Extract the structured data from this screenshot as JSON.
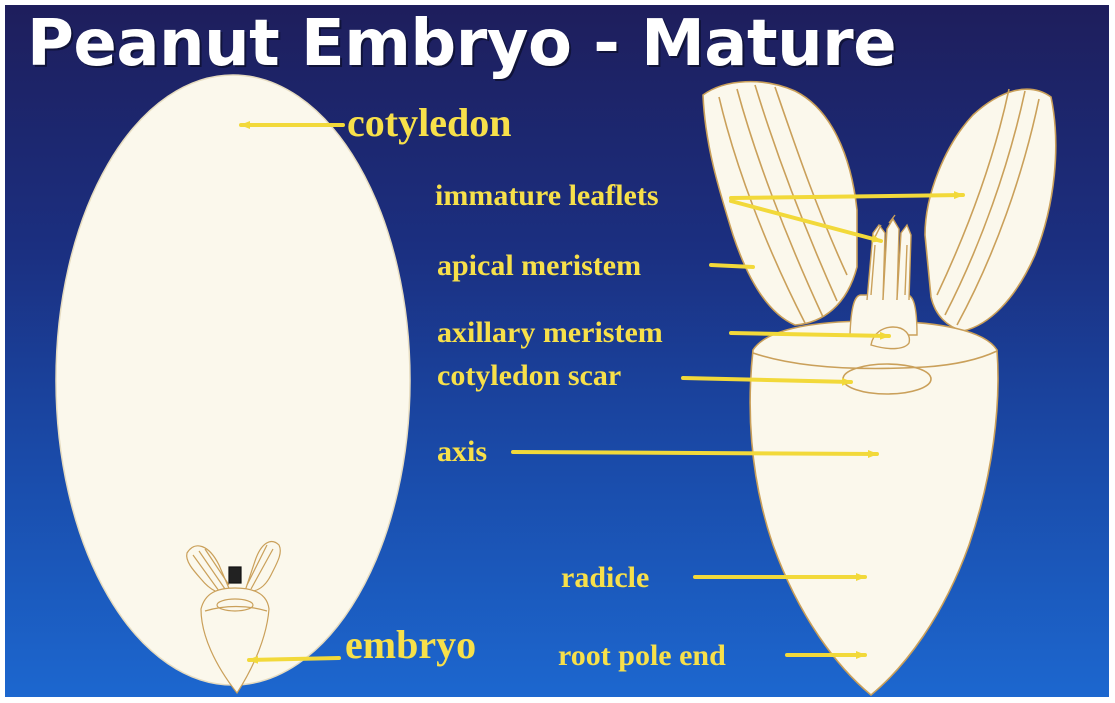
{
  "title": "Peanut Embryo - Mature",
  "labels": {
    "cotyledon": "cotyledon",
    "embryo": "embryo",
    "immature_leaflets": "immature leaflets",
    "apical_meristem": "apical meristem",
    "axillary_meristem": "axillary meristem",
    "cotyledon_scar": "cotyledon scar",
    "axis": "axis",
    "radicle": "radicle",
    "root_pole_end": "root pole end"
  },
  "colors": {
    "background_top": "#1e1e5c",
    "background_bottom": "#1c67cf",
    "label": "#f7e04a",
    "arrow": "#f2d93a",
    "seed_fill": "#fbf8ec",
    "outline": "#caa05a",
    "title": "#ffffff"
  }
}
